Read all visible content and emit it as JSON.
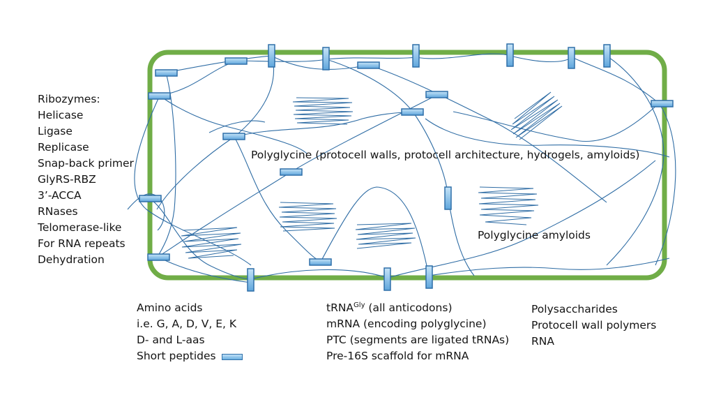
{
  "ribozymes": {
    "title": "Ribozymes:",
    "items": [
      "Helicase",
      "Ligase",
      "Replicase",
      "Snap-back primer",
      "GlyRS-RBZ",
      "3’-ACCA",
      "RNases",
      "Telomerase-like",
      "For RNA repeats",
      "Dehydration"
    ]
  },
  "labels": {
    "polyglycine_walls": "Polyglycine (protocell walls, protocell architecture, hydrogels, amyloids)",
    "polyglycine_amyloids": "Polyglycine amyloids"
  },
  "amino": {
    "line1": "Amino acids",
    "line2": "i.e. G, A, D, V, E, K",
    "line3": "D- and L-aas",
    "line4": "Short peptides"
  },
  "trna": {
    "line1_main": "tRNA",
    "line1_sup": "Gly",
    "line1_rest": " (all anticodons)",
    "line2": "mRNA (encoding polyglycine)",
    "line3": "PTC (segments are ligated tRNAs)",
    "line4": "Pre-16S scaffold for mRNA"
  },
  "poly": {
    "line1": "Polysaccharides",
    "line2": "Protocell wall polymers",
    "line3": "RNA"
  },
  "colors": {
    "membrane": "#70ad47",
    "strand": "#2e6ca4",
    "peptide_fill_top": "#bfe0f7",
    "peptide_fill_bottom": "#6aaee0",
    "peptide_border": "#2f6fa8",
    "amyloid": "#2e6ca4"
  }
}
